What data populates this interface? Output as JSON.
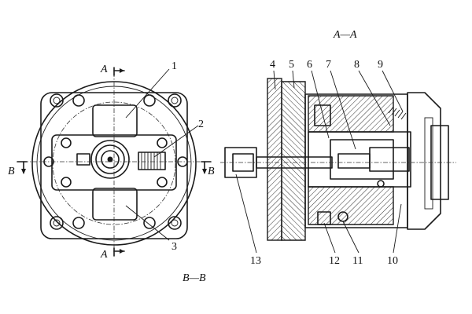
{
  "captions": {
    "section_aa": "A—A",
    "section_bb": "B—B"
  },
  "cut_markers": {
    "a_top": "A",
    "a_bottom": "A",
    "b_left": "B",
    "b_right": "B"
  },
  "part_labels": [
    "1",
    "2",
    "3",
    "4",
    "5",
    "6",
    "7",
    "8",
    "9",
    "10",
    "11",
    "12",
    "13"
  ]
}
